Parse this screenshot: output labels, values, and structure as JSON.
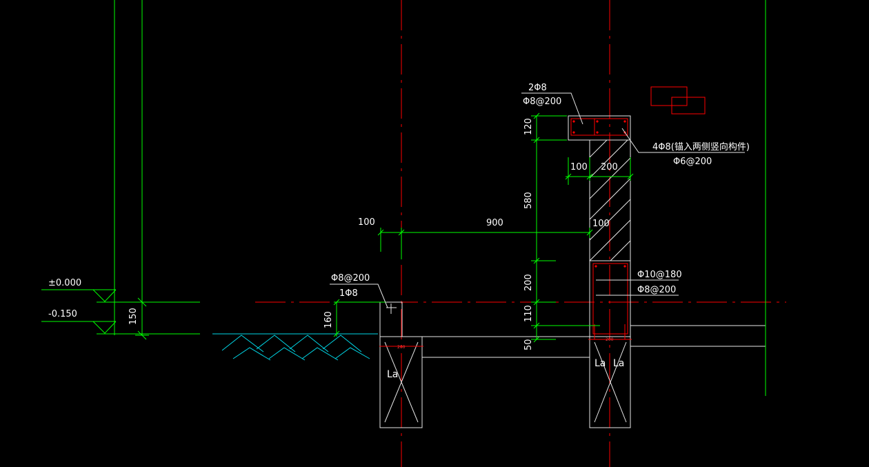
{
  "colors": {
    "background": "#000000",
    "dimension": "#00ff00",
    "axis": "#ff0000",
    "outline": "#ffffff",
    "text": "#ffffff",
    "ground": "#00d8e8"
  },
  "levels": {
    "zero": "±0.000",
    "minus": "-0.150",
    "gap": "150"
  },
  "dimensions": {
    "d100_left": "100",
    "d900": "900",
    "d100_right": "100",
    "d120": "120",
    "d580": "580",
    "d200_v": "200",
    "d110": "110",
    "d50": "50",
    "d160": "160",
    "d100_top": "100",
    "d200_top": "200",
    "d200_small_left": "200",
    "d200_small_right": "200"
  },
  "annotations": {
    "top_callout_line1": "2Φ8",
    "top_callout_line2": "Φ8@200",
    "right_callout_line1": "4Φ8(锚入两侧竖向构件)",
    "right_callout_line2": "Φ6@200",
    "mid_right_line1": "Φ10@180",
    "mid_right_line2": "Φ8@200",
    "left_callout_line1": "Φ8@200",
    "left_callout_line2": "1Φ8",
    "la_left": "La",
    "la_mid": "La",
    "la_right": "La"
  }
}
